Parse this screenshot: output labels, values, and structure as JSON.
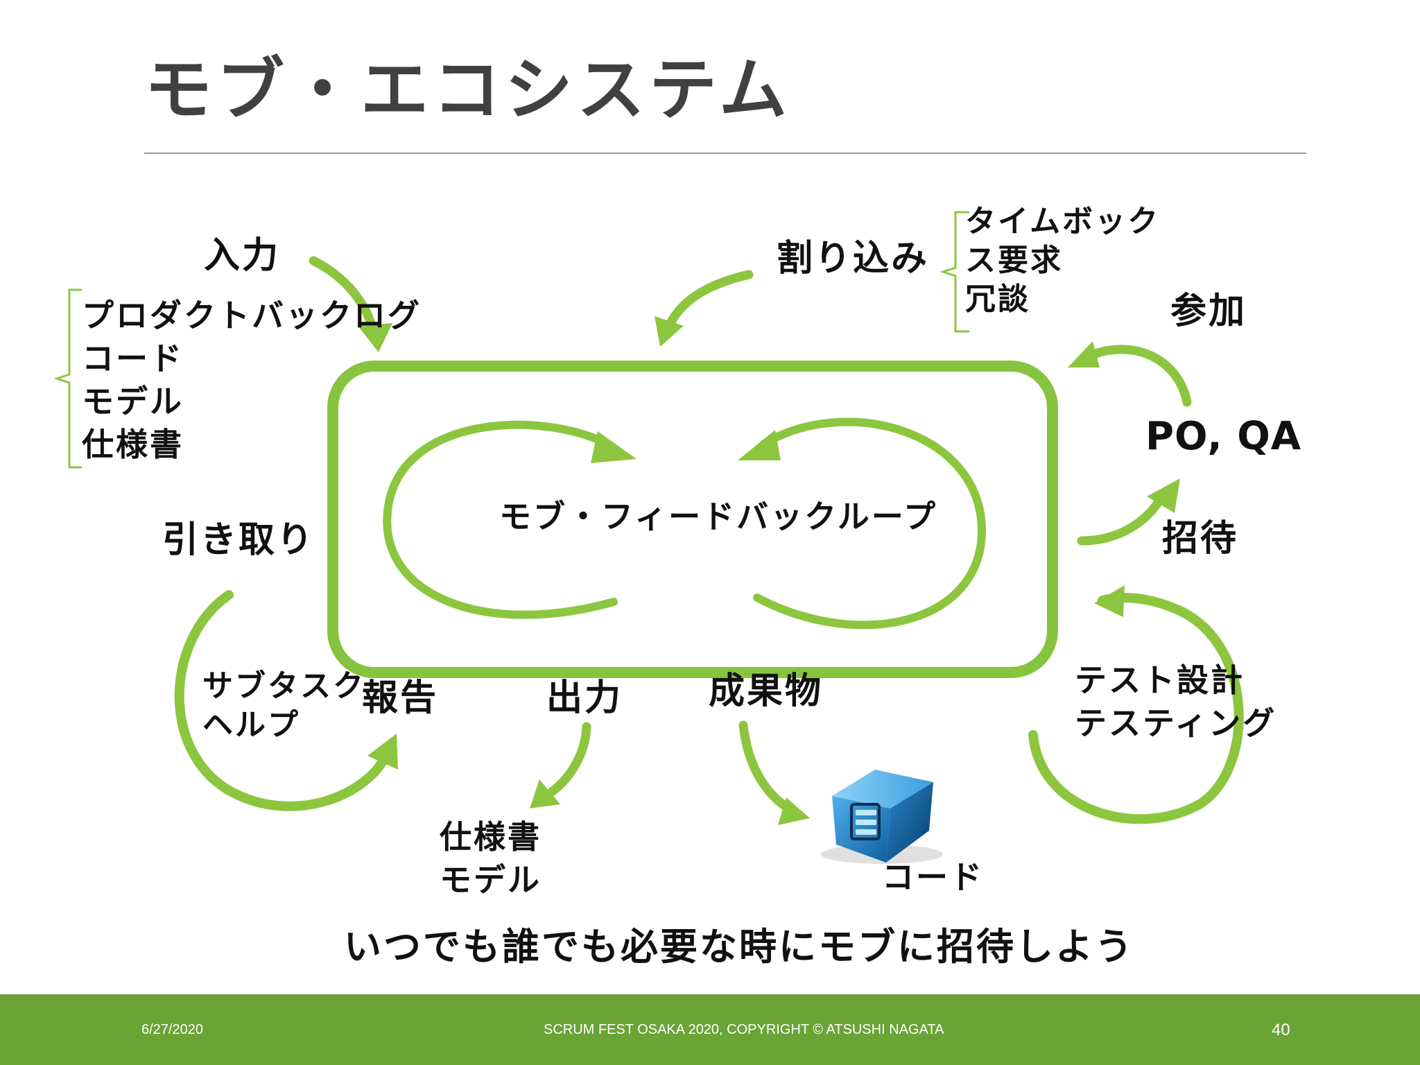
{
  "slide": {
    "title": "モブ・エコシステム"
  },
  "diagram": {
    "center_label": "モブ・フィードバックループ",
    "input": {
      "label": "入力",
      "items": [
        "プロダクトバックログ",
        "コード",
        "モデル",
        "仕様書"
      ]
    },
    "interrupt": {
      "label": "割り込み",
      "items": [
        "タイムボック",
        "ス要求",
        "冗談"
      ]
    },
    "join": {
      "label": "参加",
      "role": "PO, QA",
      "invite": "招待"
    },
    "pull": {
      "label": "引き取り",
      "items": [
        "サブタスク",
        "ヘルプ"
      ],
      "report": "報告"
    },
    "output": {
      "label": "出力",
      "items": [
        "仕様書",
        "モデル"
      ]
    },
    "deliverable": {
      "label": "成果物",
      "item": "コード"
    },
    "testing": {
      "items": [
        "テスト設計",
        "テスティング"
      ]
    },
    "tagline": "いつでも誰でも必要な時にモブに招待しよう",
    "colors": {
      "arrow_green": "#8cc63f",
      "box_green": "#86c440",
      "brace_green": "#8cc63f",
      "cube_blue": "#1e86d0"
    },
    "icons": [
      "code-cube-icon"
    ]
  },
  "footer": {
    "date": "6/27/2020",
    "copyright": "SCRUM FEST OSAKA 2020, COPYRIGHT © ATSUSHI NAGATA",
    "page_number": "40"
  }
}
